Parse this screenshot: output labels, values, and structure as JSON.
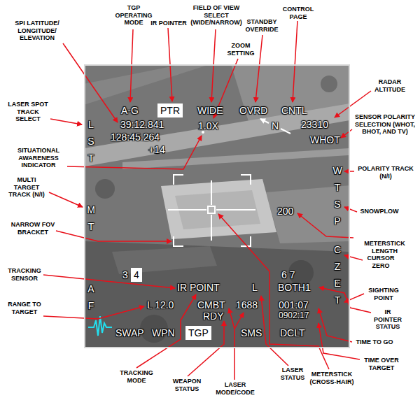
{
  "diagram": {
    "nodes": [
      {
        "text": [
          "A-G",
          "WIDE",
          "OVRD",
          "CNTL",
          "39:12.841",
          "1.0X",
          "23310",
          "128:45.264",
          "N",
          "+14",
          "L S T",
          "WHOT",
          "W T",
          "M T",
          "200",
          "S P",
          "C Z T",
          "3",
          "6 7",
          "A F",
          "E T",
          "IR POINT",
          "L",
          "BOTH1",
          "L 12.0",
          "CMBT",
          "1688",
          "001:07",
          "RDY",
          "0902:17",
          "SWAP",
          "WPN",
          "SMS",
          "DCLT"
        ]
      },
      {
        "text": [
          "PTR"
        ],
        "in": 0
      },
      {
        "text": [
          "4"
        ],
        "in": 0
      },
      {
        "text": [
          "TGP"
        ],
        "in": 0
      }
    ],
    "labels": [
      "TGP OPERATING MODE",
      "IR POINTER",
      "FIELD OF VIEW SELECT (WIDE/NARROW)",
      "STANDBY OVERRIDE",
      "CONTROL PAGE",
      "SPI LATITUDE/ LONGITUDE/ ELEVATION",
      "ZOOM SETTING",
      "RADAR ALTITUDE",
      "LASER SPOT TRACK SELECT",
      "SENSOR POLARITY SELECTION (WHOT, BHOT, AND TV)",
      "SITUATIONAL AWARENESS INDICATOR",
      "POLARITY TRACK (N/I)",
      "MULTI TARGET TRACK (N/I)",
      "SNOWPLOW",
      "NARROW FOV BRACKET",
      "METERSTICK LENGTH",
      "CURSOR ZERO",
      "TRACKING SENSOR",
      "SIGHTING POINT",
      "RANGE TO TARGET",
      "IR POINTER STATUS",
      "TIME TO GO",
      "TIME OVER TARGET",
      "TRACKING MODE",
      "WEAPON STATUS",
      "LASER MODE/CODE",
      "LASER STATUS",
      "METERSTICK (CROSS-HAIR)"
    ]
  }
}
